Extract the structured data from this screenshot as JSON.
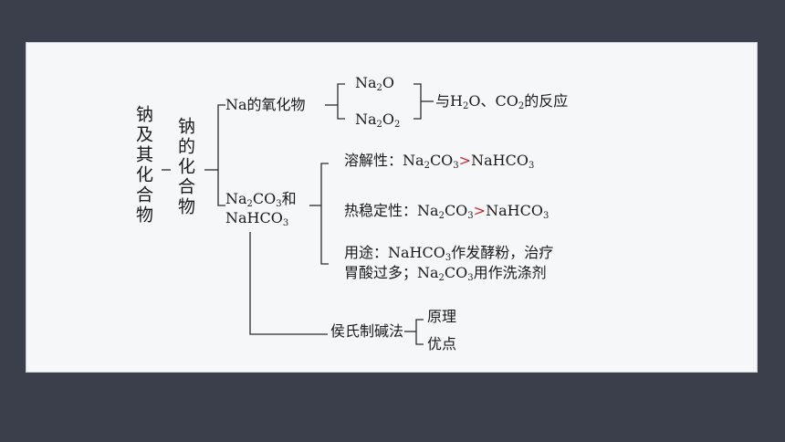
{
  "root": "钠及其化合物",
  "compounds": "钠的化合物",
  "oxide_branch": {
    "label": "Na的氧化物",
    "na2o": {
      "a": "Na",
      "s": "2",
      "b": "O"
    },
    "na2o2": {
      "a": "Na",
      "s1": "2",
      "b": "O",
      "s2": "2"
    },
    "reaction": {
      "p1": "与H",
      "s1": "2",
      "p2": "O、CO",
      "s2": "2",
      "p3": "的反应"
    }
  },
  "carbonate_branch": {
    "label": {
      "a": "Na",
      "s1": "2",
      "b": "CO",
      "s2": "3",
      "c": "和",
      "d": "NaHCO",
      "s3": "3"
    },
    "solubility": {
      "lbl": "溶解性：",
      "a": "Na",
      "s1": "2",
      "b": "CO",
      "s2": "3",
      "cmp": ">",
      "c": "NaHCO",
      "s3": "3"
    },
    "stability": {
      "lbl": "热稳定性：",
      "a": "Na",
      "s1": "2",
      "b": "CO",
      "s2": "3",
      "cmp": ">",
      "c": "NaHCO",
      "s3": "3"
    },
    "usage": {
      "lbl": "用途：",
      "a": "NaHCO",
      "s1": "3",
      "b": "作发酵粉，治疗",
      "c": "胃酸过多；Na",
      "s2": "2",
      "d": "CO",
      "s3": "3",
      "e": "用作洗涤剂"
    },
    "hou": {
      "label": "侯氏制碱法",
      "principle": "原理",
      "advantage": "优点"
    }
  }
}
